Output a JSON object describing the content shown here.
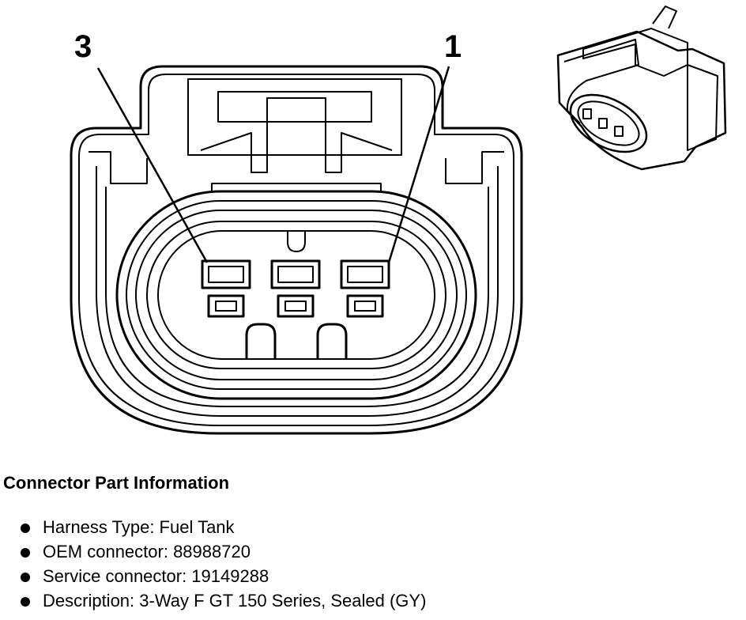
{
  "diagram": {
    "pin_labels": [
      "3",
      "1"
    ]
  },
  "info": {
    "title": "Connector Part Information",
    "items": [
      {
        "text": "Harness Type: Fuel Tank"
      },
      {
        "text": "OEM connector: 88988720"
      },
      {
        "text": "Service connector: 19149288"
      },
      {
        "text": "Description: 3-Way F GT 150 Series, Sealed (GY)"
      }
    ]
  }
}
